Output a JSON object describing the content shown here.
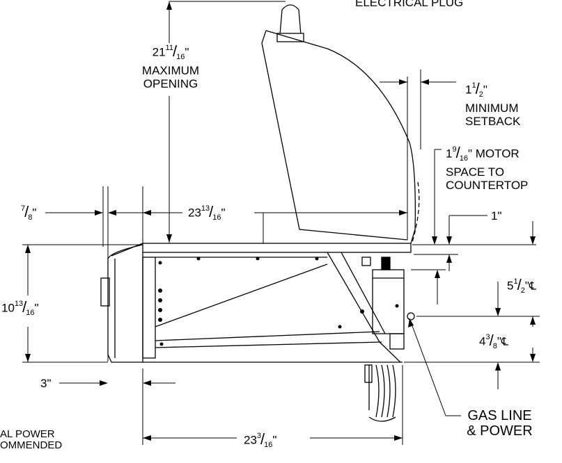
{
  "labels": {
    "electrical_plug": "ELECTRICAL PLUG",
    "max_opening": {
      "whole": "21",
      "num": "11",
      "den": "16",
      "unit": "\"",
      "line1": "MAXIMUM",
      "line2": "OPENING"
    },
    "min_setback": {
      "whole": "1",
      "num": "1",
      "den": "2",
      "unit": "\"",
      "line1": "MINIMUM",
      "line2": "SETBACK"
    },
    "motor_space": {
      "whole": "1",
      "num": "9",
      "den": "16",
      "unit": "\"",
      "text": " MOTOR",
      "line2": "SPACE TO",
      "line3": "COUNTERTOP"
    },
    "seven_eighths": {
      "num": "7",
      "den": "8",
      "unit": "\""
    },
    "top_depth": {
      "whole": "23",
      "num": "13",
      "den": "16",
      "unit": "\""
    },
    "one_inch": "1\"",
    "height": {
      "whole": "10",
      "num": "13",
      "den": "16",
      "unit": "\""
    },
    "five_half": {
      "whole": "5",
      "num": "1",
      "den": "2",
      "unit": "\"",
      "cl": "℄"
    },
    "four_three_eighths": {
      "whole": "4",
      "num": "3",
      "den": "8",
      "unit": "\"",
      "cl": "℄"
    },
    "three_inch": "3\"",
    "bottom_depth": {
      "whole": "23",
      "num": "3",
      "den": "16",
      "unit": "\""
    },
    "gas_line": {
      "line1": "GAS LINE",
      "line2": "& POWER"
    },
    "note": {
      "line1": "AL POWER",
      "line2": "OMMENDED"
    }
  }
}
